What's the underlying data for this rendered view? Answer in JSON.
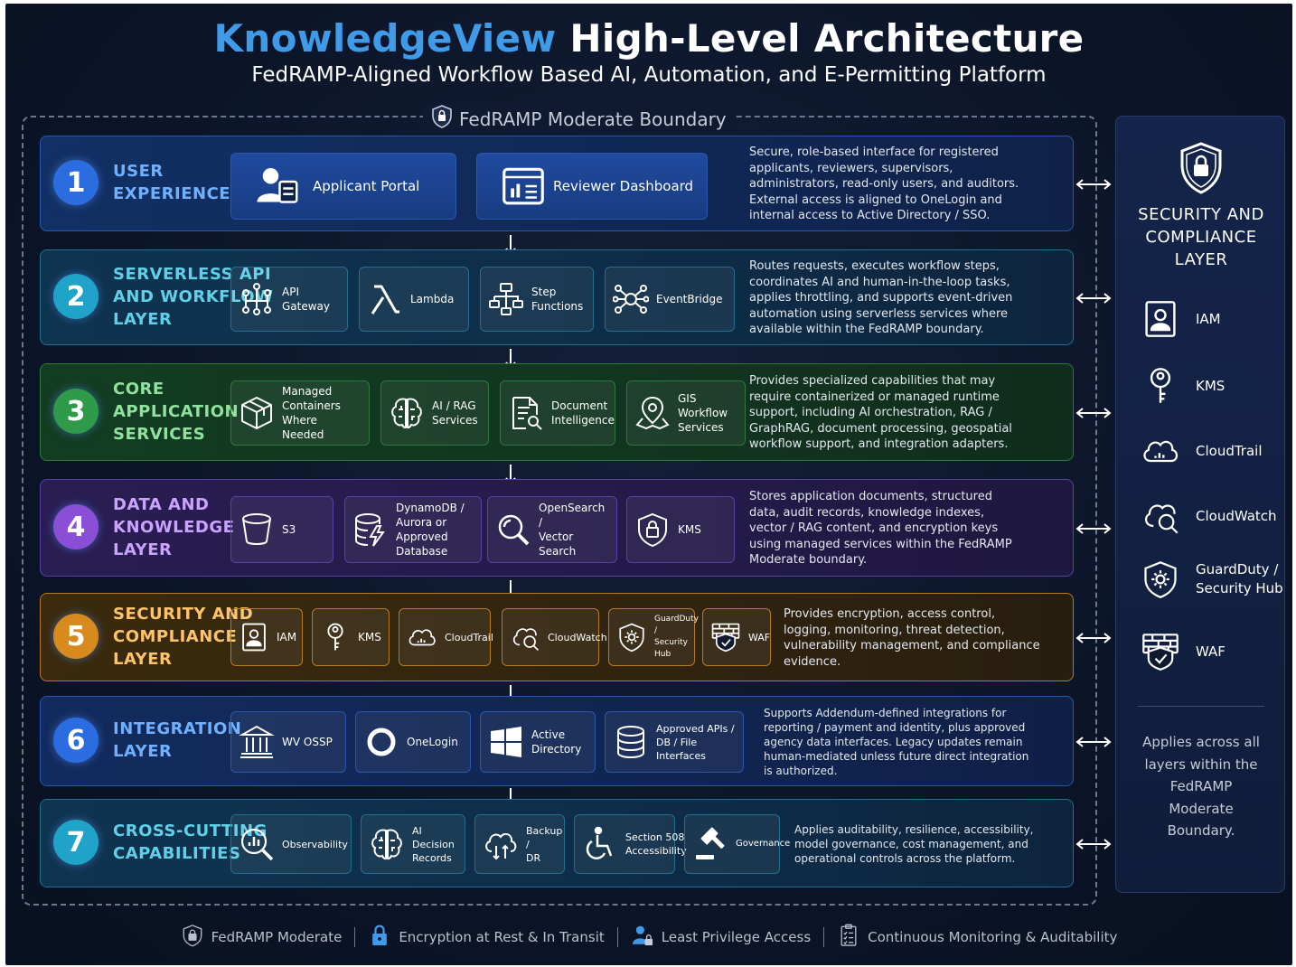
{
  "header": {
    "title_brand": "KnowledgeView",
    "title_rest": "High-Level Architecture",
    "subtitle": "FedRAMP-Aligned Workflow Based AI, Automation, and E-Permitting Platform"
  },
  "boundary": {
    "label": "FedRAMP Moderate Boundary"
  },
  "layers": [
    {
      "number": "1",
      "name": "USER\nEXPERIENCE",
      "color": "#2b6de0",
      "components": [
        {
          "label": "Applicant Portal",
          "icon": "user-form-icon"
        },
        {
          "label": "Reviewer Dashboard",
          "icon": "dashboard-icon"
        }
      ],
      "description": "Secure, role-based interface for registered applicants, reviewers, supervisors, administrators, read-only users, and auditors. External access is aligned to OneLogin and internal access to Active Directory / SSO."
    },
    {
      "number": "2",
      "name": "SERVERLESS API\nAND WORKFLOW\nLAYER",
      "color": "#1fa3c8",
      "components": [
        {
          "label": "API\nGateway",
          "icon": "api-gateway-icon"
        },
        {
          "label": "Lambda",
          "icon": "lambda-icon"
        },
        {
          "label": "Step\nFunctions",
          "icon": "step-functions-icon"
        },
        {
          "label": "EventBridge",
          "icon": "eventbridge-icon"
        }
      ],
      "description": "Routes requests, executes workflow steps, coordinates AI and human-in-the-loop tasks, applies throttling, and supports event-driven automation using serverless services where available within the FedRAMP boundary."
    },
    {
      "number": "3",
      "name": "CORE\nAPPLICATION\nSERVICES",
      "color": "#2f9a4a",
      "components": [
        {
          "label": "Managed\nContainers\nWhere Needed",
          "icon": "container-cube-icon"
        },
        {
          "label": "AI / RAG\nServices",
          "icon": "brain-icon"
        },
        {
          "label": "Document\nIntelligence",
          "icon": "document-search-icon"
        },
        {
          "label": "GIS Workflow\nServices",
          "icon": "map-pin-icon"
        }
      ],
      "description": "Provides specialized capabilities that may require containerized or managed runtime support, including AI orchestration, RAG / GraphRAG, document processing, geospatial workflow support, and integration adapters."
    },
    {
      "number": "4",
      "name": "DATA AND\nKNOWLEDGE\nLAYER",
      "color": "#8a4fd6",
      "components": [
        {
          "label": "S3",
          "icon": "bucket-icon"
        },
        {
          "label": "DynamoDB /\nAurora or\nApproved\nDatabase",
          "icon": "database-bolt-icon"
        },
        {
          "label": "OpenSearch /\nVector Search",
          "icon": "search-icon"
        },
        {
          "label": "KMS",
          "icon": "lock-shield-icon"
        }
      ],
      "description": "Stores application documents, structured data, audit records, knowledge indexes, vector / RAG content, and encryption keys using managed services within the FedRAMP Moderate boundary."
    },
    {
      "number": "5",
      "name": "SECURITY AND\nCOMPLIANCE\nLAYER",
      "color": "#d98a1c",
      "components": [
        {
          "label": "IAM",
          "icon": "id-badge-icon"
        },
        {
          "label": "KMS",
          "icon": "key-icon"
        },
        {
          "label": "CloudTrail",
          "icon": "cloud-trail-icon"
        },
        {
          "label": "CloudWatch",
          "icon": "cloud-watch-icon"
        },
        {
          "label": "GuardDuty /\nSecurity Hub",
          "icon": "shield-gear-icon"
        },
        {
          "label": "WAF",
          "icon": "waf-icon"
        }
      ],
      "description": "Provides encryption, access control, logging, monitoring, threat detection, vulnerability management, and compliance evidence."
    },
    {
      "number": "6",
      "name": "INTEGRATION\nLAYER",
      "color": "#2b6de0",
      "components": [
        {
          "label": "WV OSSP",
          "icon": "government-building-icon"
        },
        {
          "label": "OneLogin",
          "icon": "ring-icon"
        },
        {
          "label": "Active\nDirectory",
          "icon": "windows-icon"
        },
        {
          "label": "Approved APIs /\nDB / File Interfaces",
          "icon": "database-icon"
        }
      ],
      "description": "Supports Addendum-defined integrations for reporting / payment and identity, plus approved agency data interfaces. Legacy updates remain human-mediated unless future direct integration is authorized."
    },
    {
      "number": "7",
      "name": "CROSS-CUTTING\nCAPABILITIES",
      "color": "#1fa3c8",
      "components": [
        {
          "label": "Observability",
          "icon": "magnify-chart-icon"
        },
        {
          "label": "AI Decision\nRecords",
          "icon": "brain-icon"
        },
        {
          "label": "Backup /\nDR",
          "icon": "cloud-sync-icon"
        },
        {
          "label": "Section 508\nAccessibility",
          "icon": "accessibility-icon"
        },
        {
          "label": "Governance",
          "icon": "gavel-icon"
        }
      ],
      "description": "Applies auditability, resilience, accessibility, model governance, cost management, and operational controls across the platform."
    }
  ],
  "right_panel": {
    "title": "SECURITY AND\nCOMPLIANCE\nLAYER",
    "items": [
      {
        "label": "IAM",
        "icon": "id-badge-icon"
      },
      {
        "label": "KMS",
        "icon": "key-icon"
      },
      {
        "label": "CloudTrail",
        "icon": "cloud-trail-icon"
      },
      {
        "label": "CloudWatch",
        "icon": "cloud-watch-icon"
      },
      {
        "label": "GuardDuty /\nSecurity Hub",
        "icon": "shield-gear-icon"
      },
      {
        "label": "WAF",
        "icon": "waf-icon"
      }
    ],
    "note": "Applies across all layers within the FedRAMP Moderate Boundary."
  },
  "footer": [
    {
      "label": "FedRAMP Moderate",
      "icon": "shield-lock-icon"
    },
    {
      "label": "Encryption at Rest & In Transit",
      "icon": "padlock-icon"
    },
    {
      "label": "Least Privilege Access",
      "icon": "user-lock-icon"
    },
    {
      "label": "Continuous Monitoring & Auditability",
      "icon": "checklist-icon"
    }
  ]
}
